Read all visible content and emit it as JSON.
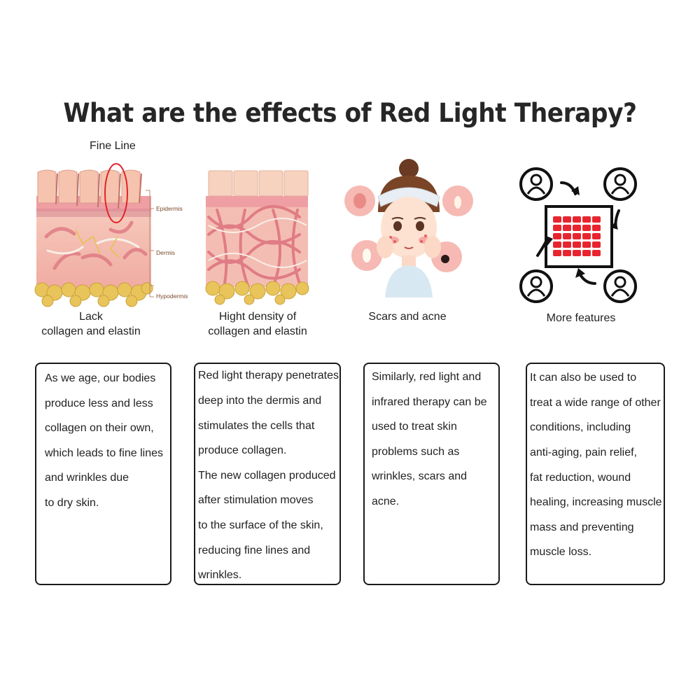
{
  "title": "What are the effects of Red Light Therapy?",
  "panels": [
    {
      "caption_lines": [
        "Lack",
        "collagen and elastin"
      ],
      "annotation": "Fine Line",
      "layers": [
        "Epidermis",
        "Dermis",
        "Hypodermis"
      ],
      "text_lines": [
        "As we age, our bodies",
        "produce less and less",
        "collagen on their own,",
        "which leads to fine lines",
        "and wrinkles due",
        "to dry skin."
      ]
    },
    {
      "caption_lines": [
        "Hight density of",
        "collagen and elastin"
      ],
      "text_lines": [
        "Red light therapy penetrates",
        "deep into the dermis and",
        "stimulates the cells that",
        "produce collagen.",
        "The new collagen produced",
        "after stimulation moves",
        "to the surface of the skin,",
        "reducing fine lines and",
        "wrinkles."
      ]
    },
    {
      "caption_lines": [
        "Scars and acne"
      ],
      "text_lines": [
        "Similarly, red light and",
        "infrared therapy can be",
        "used to treat skin",
        "problems such as",
        "wrinkles, scars and",
        "acne."
      ]
    },
    {
      "caption_lines": [
        "More features"
      ],
      "text_lines": [
        "It can also be used to",
        "treat a wide range of other",
        "conditions, including",
        "anti-aging, pain relief,",
        "fat reduction, wound",
        "healing, increasing muscle",
        "mass and preventing",
        "muscle loss."
      ]
    }
  ],
  "colors": {
    "skin_top": "#f4c6b4",
    "dermis": "#f3b7ad",
    "fiber": "#e07c85",
    "fat": "#e9c45a",
    "led_red": "#e8252f"
  }
}
